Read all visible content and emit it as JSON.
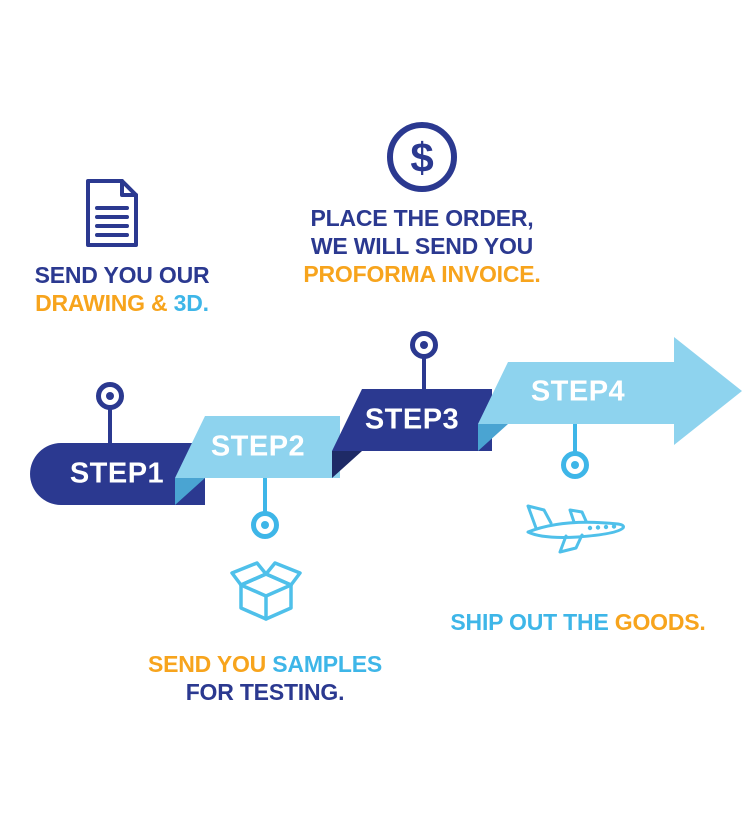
{
  "title": "Four step order process infographic",
  "colors": {
    "navy": "#2b3990",
    "navy_dark": "#1e2a66",
    "sky": "#8ed3ee",
    "sky_dark": "#4aa4d2",
    "cyan": "#3eb6e8",
    "orange": "#f7a41d",
    "step_text": "#ffffff",
    "background": "#ffffff"
  },
  "steps": [
    {
      "label": "STEP1"
    },
    {
      "label": "STEP2"
    },
    {
      "label": "STEP3"
    },
    {
      "label": "STEP4"
    }
  ],
  "captions": {
    "drawing": {
      "line1": "SEND YOU OUR",
      "line2_orange": "DRAWING &",
      "line2_cyan": "3D."
    },
    "order": {
      "line1": "PLACE THE ORDER,",
      "line2": "WE WILL SEND YOU",
      "line3": "PROFORMA INVOICE."
    },
    "samples": {
      "line1_orange": "SEND YOU",
      "line1_cyan": "SAMPLES",
      "line2": "FOR TESTING."
    },
    "ship": {
      "line1_cyan": "SHIP OUT THE",
      "line1_orange": "GOODS."
    }
  },
  "icons": {
    "document": "document-icon",
    "dollar": "dollar-coin-icon",
    "dollar_symbol": "$",
    "box": "package-box-icon",
    "plane": "airplane-icon"
  }
}
